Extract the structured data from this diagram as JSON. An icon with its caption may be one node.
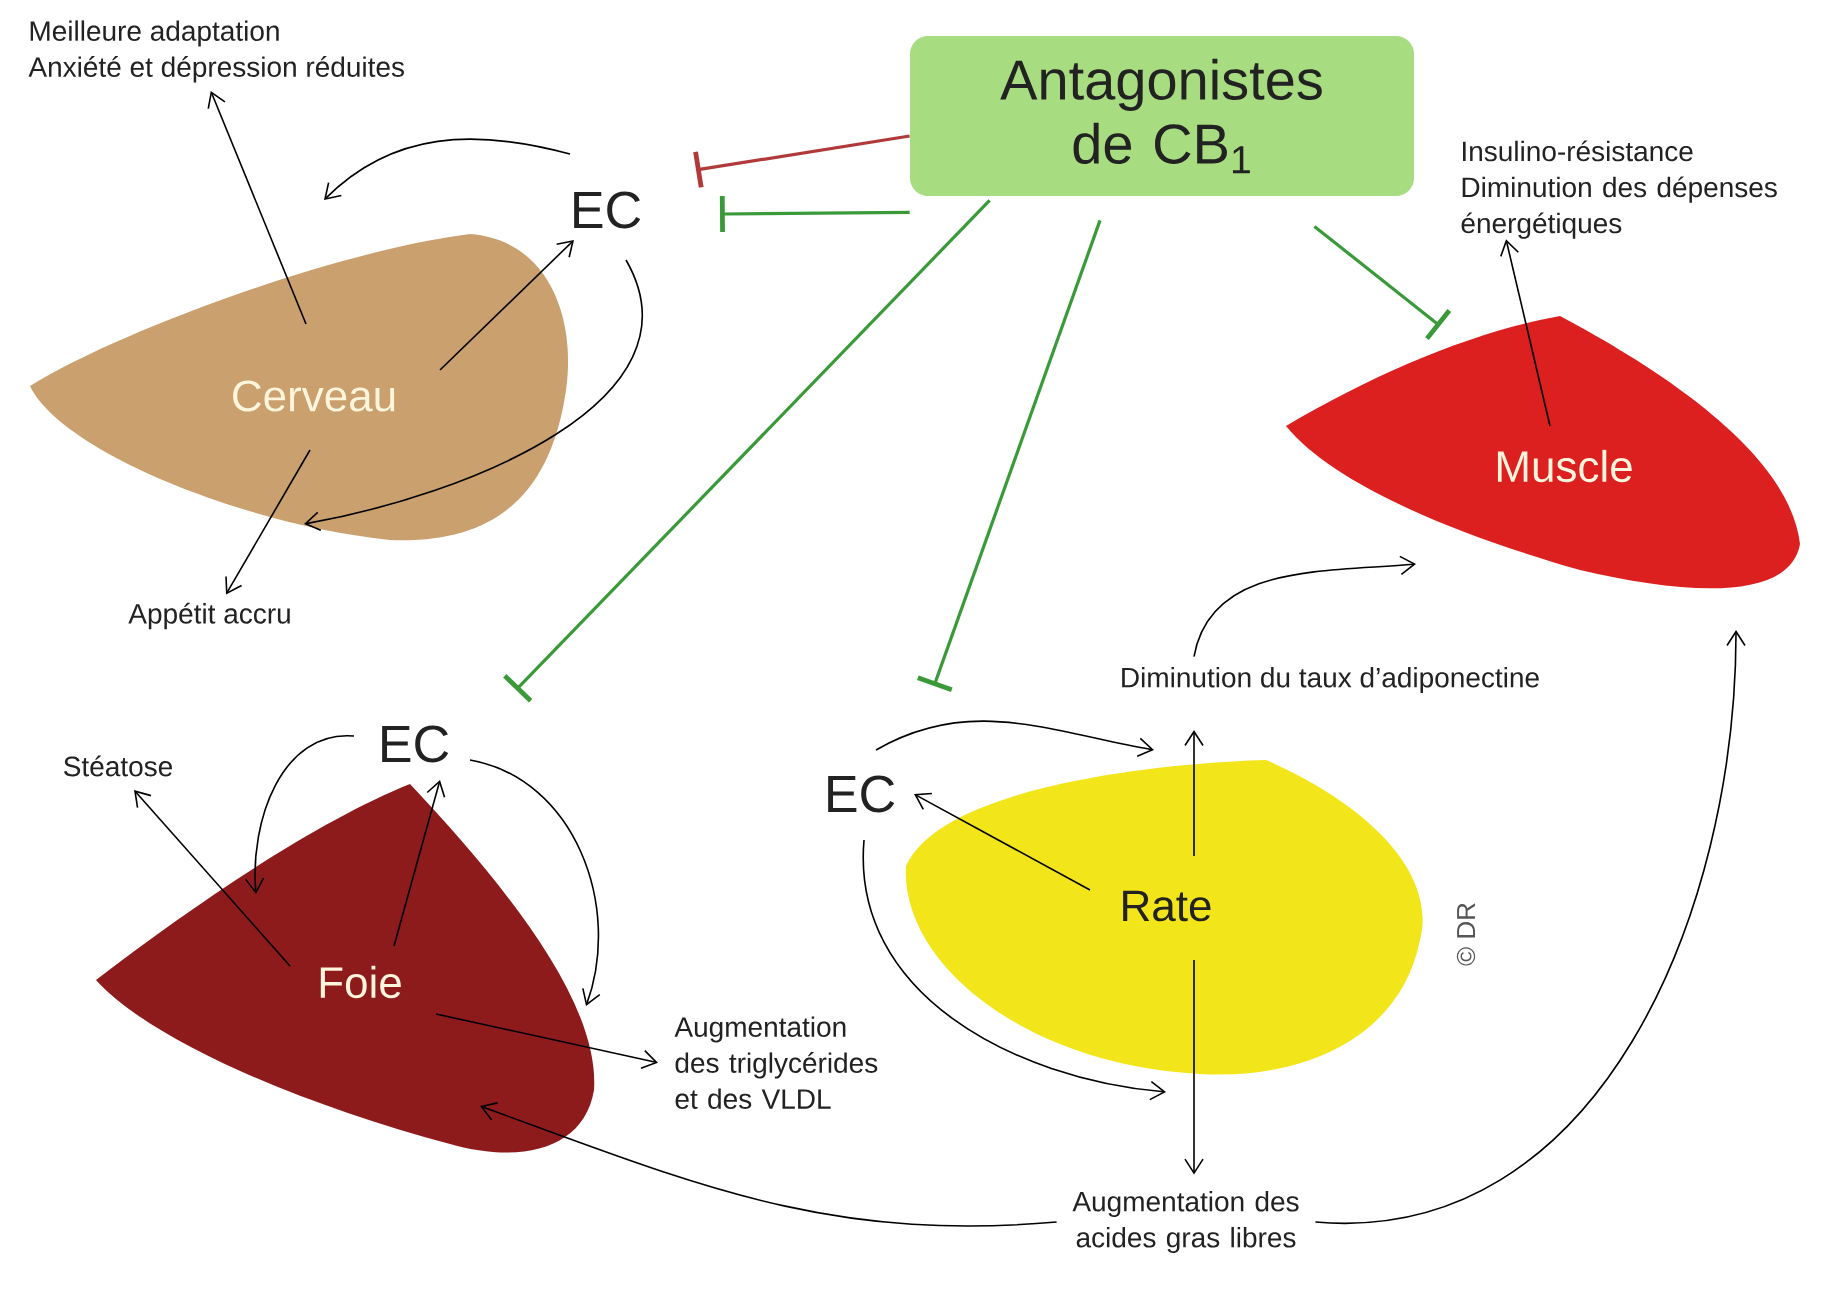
{
  "diagram": {
    "nodes": [
      {
        "text": [
          "Antagonistes de CB$_{1}$"
        ]
      },
      {
        "text": [
          "EC"
        ]
      },
      {
        "text": [
          "Cerveau"
        ]
      },
      {
        "text": [
          "Meilleure adaptation",
          "Anxiété et dépression réduites"
        ]
      },
      {
        "text": [
          "Appétit accru"
        ]
      },
      {
        "text": [
          "Muscle"
        ]
      },
      {
        "text": [
          "Insulino-résistance",
          "Diminution des dépenses énergétiques"
        ]
      },
      {
        "text": [
          "EC"
        ]
      },
      {
        "text": [
          "Foie"
        ]
      },
      {
        "text": [
          "Stéatose"
        ]
      },
      {
        "text": [
          "Augmentation des triglycérides et des VLDL"
        ]
      },
      {
        "text": [
          "EC"
        ]
      },
      {
        "text": [
          "Rate"
        ]
      },
      {
        "text": [
          "Diminution du taux d’adiponectine"
        ]
      },
      {
        "text": [
          "Augmentation des acides gras libres"
        ]
      }
    ],
    "edges": [
      {
        "from": 0,
        "to": 1,
        "arrow": "other",
        "color": "#b03a3a"
      },
      {
        "from": 0,
        "to": 1,
        "arrow": "other",
        "color": "#3a9a3a"
      },
      {
        "from": 0,
        "to": 7,
        "arrow": "other",
        "color": "#3a9a3a"
      },
      {
        "from": 0,
        "to": 11,
        "arrow": "other",
        "color": "#3a9a3a"
      },
      {
        "from": 0,
        "to": 5,
        "arrow": "other",
        "color": "#3a9a3a"
      },
      {
        "from": 1,
        "to": 2,
        "arrow": "to"
      },
      {
        "from": 2,
        "to": 1,
        "arrow": "to"
      },
      {
        "from": 1,
        "to": 2,
        "arrow": "to"
      },
      {
        "from": 2,
        "to": 3,
        "arrow": "to"
      },
      {
        "from": 2,
        "to": 4,
        "arrow": "to"
      },
      {
        "from": 5,
        "to": 6,
        "arrow": "to"
      },
      {
        "from": 13,
        "to": 5,
        "arrow": "to"
      },
      {
        "from": 14,
        "to": 8,
        "arrow": "to"
      },
      {
        "from": 14,
        "to": 5,
        "arrow": "to"
      },
      {
        "from": 7,
        "to": 8,
        "arrow": "to"
      },
      {
        "from": 8,
        "to": 7,
        "arrow": "to"
      },
      {
        "from": 7,
        "to": 8,
        "arrow": "to"
      },
      {
        "from": 8,
        "to": 9,
        "arrow": "to"
      },
      {
        "from": 8,
        "to": 10,
        "arrow": "to"
      },
      {
        "from": 11,
        "to": 12,
        "arrow": "to"
      },
      {
        "from": 12,
        "to": 11,
        "arrow": "to"
      },
      {
        "from": 11,
        "to": 12,
        "arrow": "to"
      },
      {
        "from": 12,
        "to": 13,
        "arrow": "to"
      },
      {
        "from": 12,
        "to": 14,
        "arrow": "to"
      }
    ],
    "labels": [
      "© DR"
    ]
  }
}
